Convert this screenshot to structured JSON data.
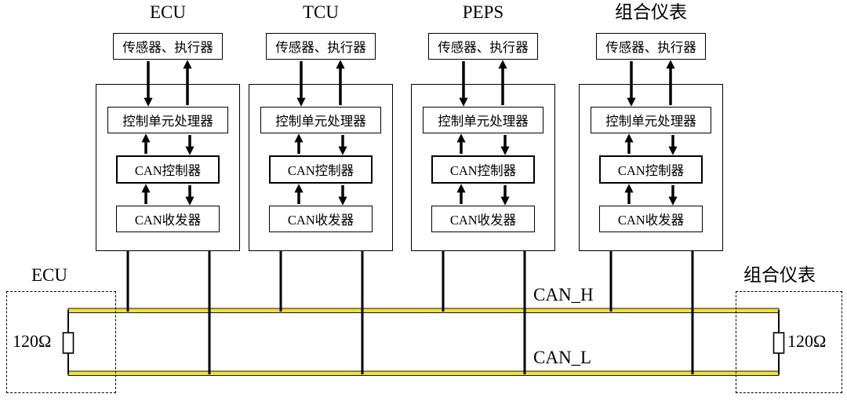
{
  "diagram": {
    "nodes": [
      {
        "title": "ECU",
        "sensor": "传感器、执行器",
        "processor": "控制单元处理器",
        "can_controller": "CAN控制器",
        "can_transceiver": "CAN收发器"
      },
      {
        "title": "TCU",
        "sensor": "传感器、执行器",
        "processor": "控制单元处理器",
        "can_controller": "CAN控制器",
        "can_transceiver": "CAN收发器"
      },
      {
        "title": "PEPS",
        "sensor": "传感器、执行器",
        "processor": "控制单元处理器",
        "can_controller": "CAN控制器",
        "can_transceiver": "CAN收发器"
      },
      {
        "title": "组合仪表",
        "sensor": "传感器、执行器",
        "processor": "控制单元处理器",
        "can_controller": "CAN控制器",
        "can_transceiver": "CAN收发器"
      }
    ],
    "bus": {
      "can_h": "CAN_H",
      "can_l": "CAN_L",
      "color": "#f2e034"
    },
    "terminators": [
      {
        "label": "ECU",
        "value": "120Ω"
      },
      {
        "label": "组合仪表",
        "value": "120Ω"
      }
    ]
  }
}
